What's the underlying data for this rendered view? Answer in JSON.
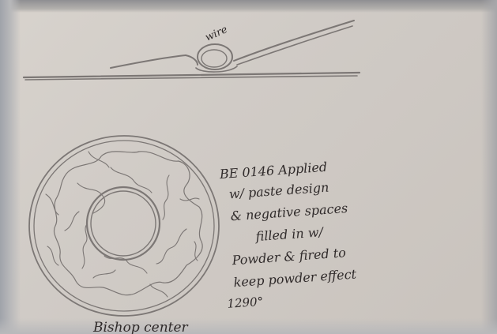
{
  "note": {
    "label": "wire",
    "lines": [
      "BE 0146 Applied",
      "w/ paste design",
      "& negative spaces",
      "filled in w/",
      "Powder & fired to",
      "keep powder effect",
      "1290°"
    ],
    "caption": "Bishop center"
  },
  "colors": {
    "paper": "#d3cec8",
    "pencil": "#7c7775",
    "ink": "#2f2a2a"
  }
}
